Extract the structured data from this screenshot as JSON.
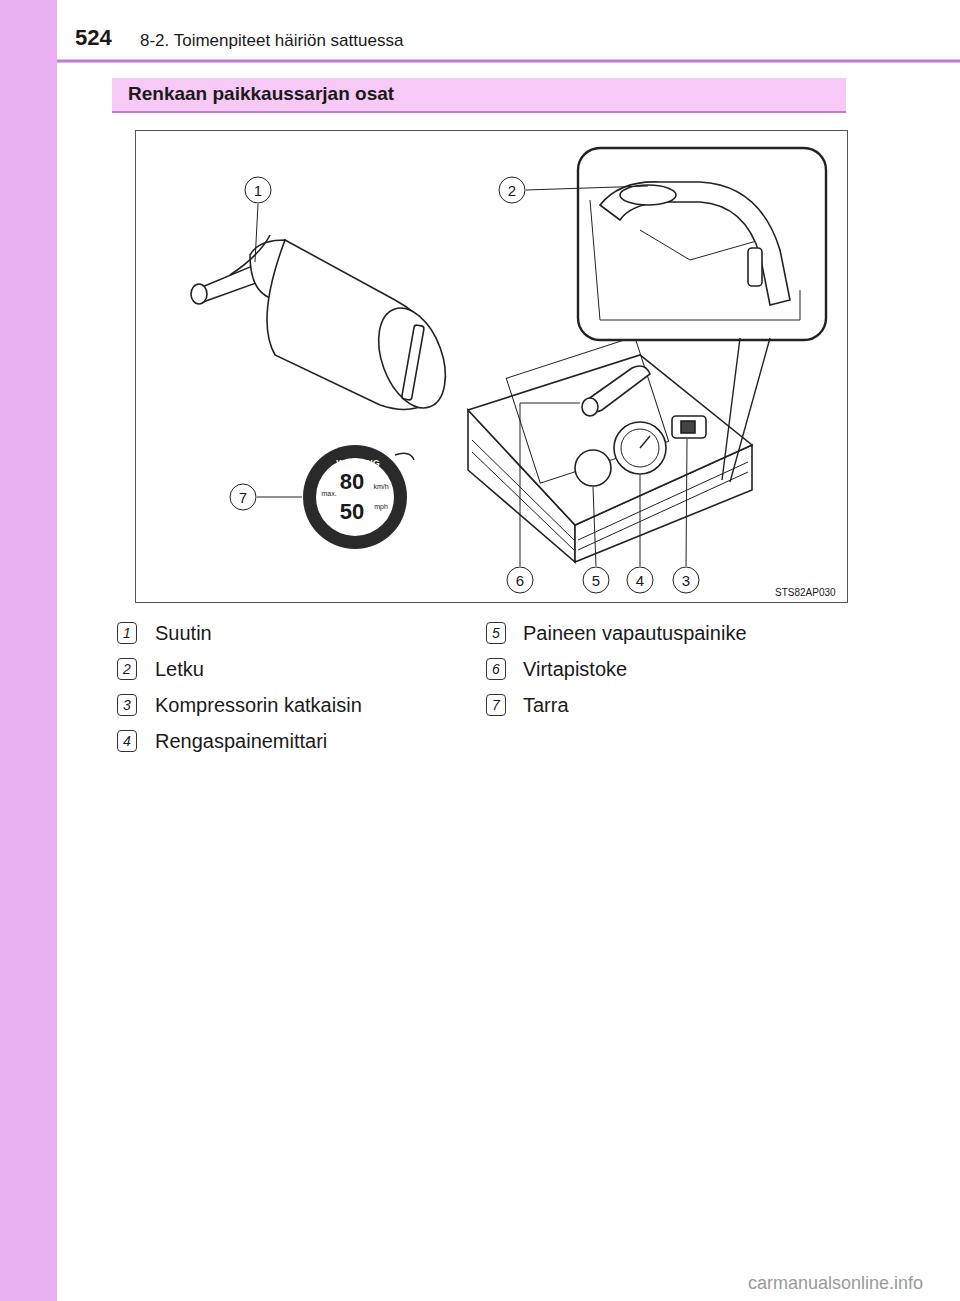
{
  "diagram": {
    "title": "Renkaan paikkaussarjan osat",
    "labels": [
      "524",
      "8-2. Toimenpiteet häiriön sattuessa",
      "1",
      "2",
      "7",
      "6",
      "5",
      "4",
      "3",
      "STS82AP030",
      "WARNING",
      "80",
      "50",
      "km/h",
      "mph",
      "max.",
      "1",
      "Suutin",
      "2",
      "Letku",
      "3",
      "Kompressorin katkaisin",
      "4",
      "Rengaspainemittari",
      "5",
      "Paineen vapautuspainike",
      "6",
      "Virtapistoke",
      "7",
      "Tarra",
      "carmanualsonline.info"
    ]
  }
}
